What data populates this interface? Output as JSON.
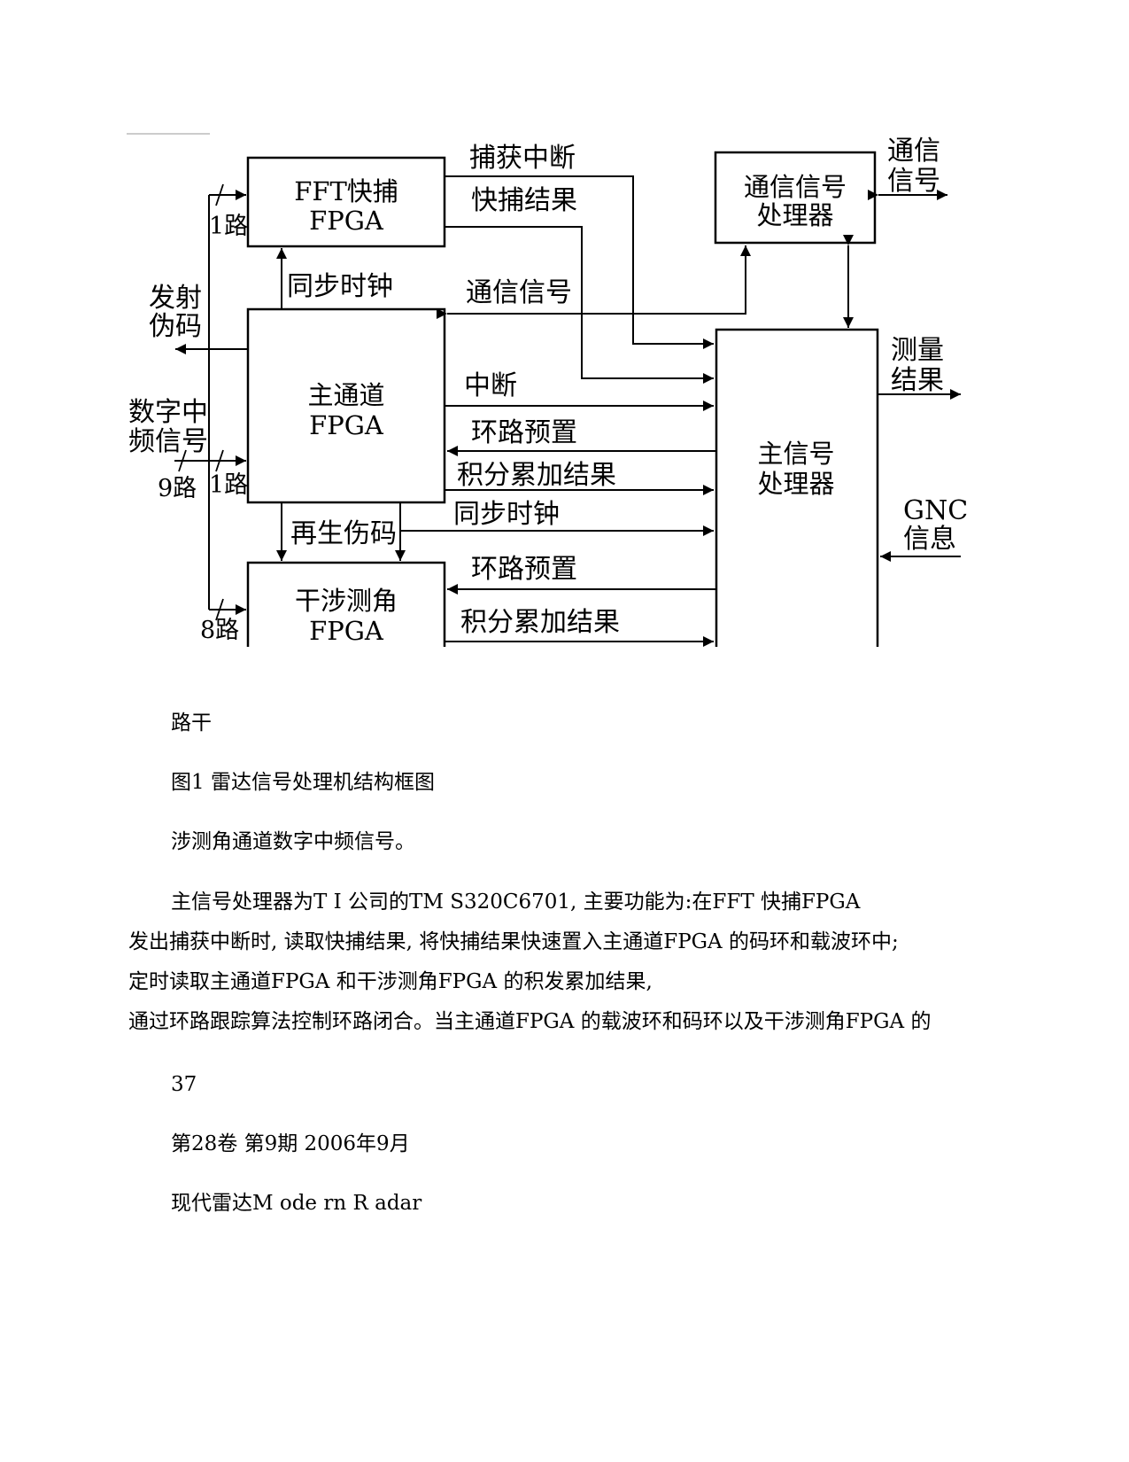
{
  "diagram": {
    "blocks": {
      "fft": [
        "FFT快捕",
        "FPGA"
      ],
      "comm": [
        "通信信号",
        "处理器"
      ],
      "main": [
        "主通道",
        "FPGA"
      ],
      "interf": [
        "干涉测角",
        "FPGA"
      ],
      "mainsig": [
        "主信号",
        "处理器"
      ]
    },
    "labels": {
      "capture_int": "捕获中断",
      "quick_result": "快捕结果",
      "comm_signal_ext": [
        "通信",
        "信号"
      ],
      "sync_clock_top": "同步时钟",
      "comm_signal": "通信信号",
      "transmit": [
        "发射",
        "伪码"
      ],
      "measure": [
        "测量",
        "结果"
      ],
      "interrupt": "中断",
      "digital_if": [
        "数字中",
        "频信号"
      ],
      "loop_preset_1": "环路预置",
      "accum_result_1": "积分累加结果",
      "regen_code": "再生伤码",
      "sync_clock_bottom": "同步时钟",
      "gnc": [
        "GNC",
        "信息"
      ],
      "loop_preset_2": "环路预置",
      "accum_result_2": "积分累加结果",
      "route_9": "9路",
      "route_1a": "1路",
      "route_1b": "1路",
      "route_8": "8路"
    }
  },
  "text": {
    "fragment": "路干",
    "caption": "图1 雷达信号处理机结构框图",
    "line1": "涉测角通道数字中频信号。",
    "p_line1": "主信号处理器为T I 公司的TM S320C6701, 主要功能为:在FFT 快捕FPGA",
    "p_line2": "发出捕获中断时, 读取快捕结果, 将快捕结果快速置入主通道FPGA 的码环和载波环中;",
    "p_line3": "定时读取主通道FPGA 和干涉测角FPGA 的积发累加结果,",
    "p_line4": "通过环路跟踪算法控制环路闭合。当主通道FPGA 的载波环和码环以及干涉测角FPGA 的",
    "page_num": "37",
    "issue": "第28卷 第9期 2006年9月",
    "journal": "现代雷达M ode rn R adar"
  }
}
